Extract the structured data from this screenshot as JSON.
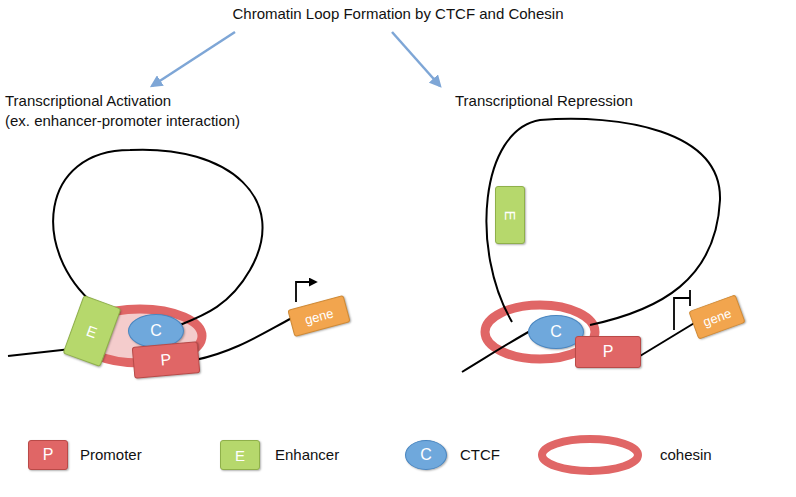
{
  "diagram": {
    "title": "Chromatin Loop Formation by CTCF and Cohesin",
    "nodes": [
      {
        "text": [
          "E"
        ]
      },
      {
        "text": [
          "C"
        ]
      },
      {
        "text": [
          "P"
        ]
      },
      {
        "text": [
          "gene"
        ]
      },
      {
        "text": [
          "E"
        ]
      },
      {
        "text": [
          "C"
        ]
      },
      {
        "text": [
          "P"
        ]
      },
      {
        "text": [
          "gene"
        ]
      },
      {
        "text": [
          "P"
        ]
      },
      {
        "text": [
          "E"
        ]
      },
      {
        "text": [
          "C"
        ]
      }
    ],
    "labels": [
      "Transcriptional Activation",
      "(ex. enhancer-promoter interaction)",
      "Transcriptional Repression"
    ],
    "legend": [
      {
        "text": "Promoter",
        "color": "#e06666"
      },
      {
        "text": "Enhancer",
        "color": "#b6d86c"
      },
      {
        "text": "CTCF",
        "color": "#6fa8dc"
      },
      {
        "text": "cohesin"
      }
    ]
  }
}
